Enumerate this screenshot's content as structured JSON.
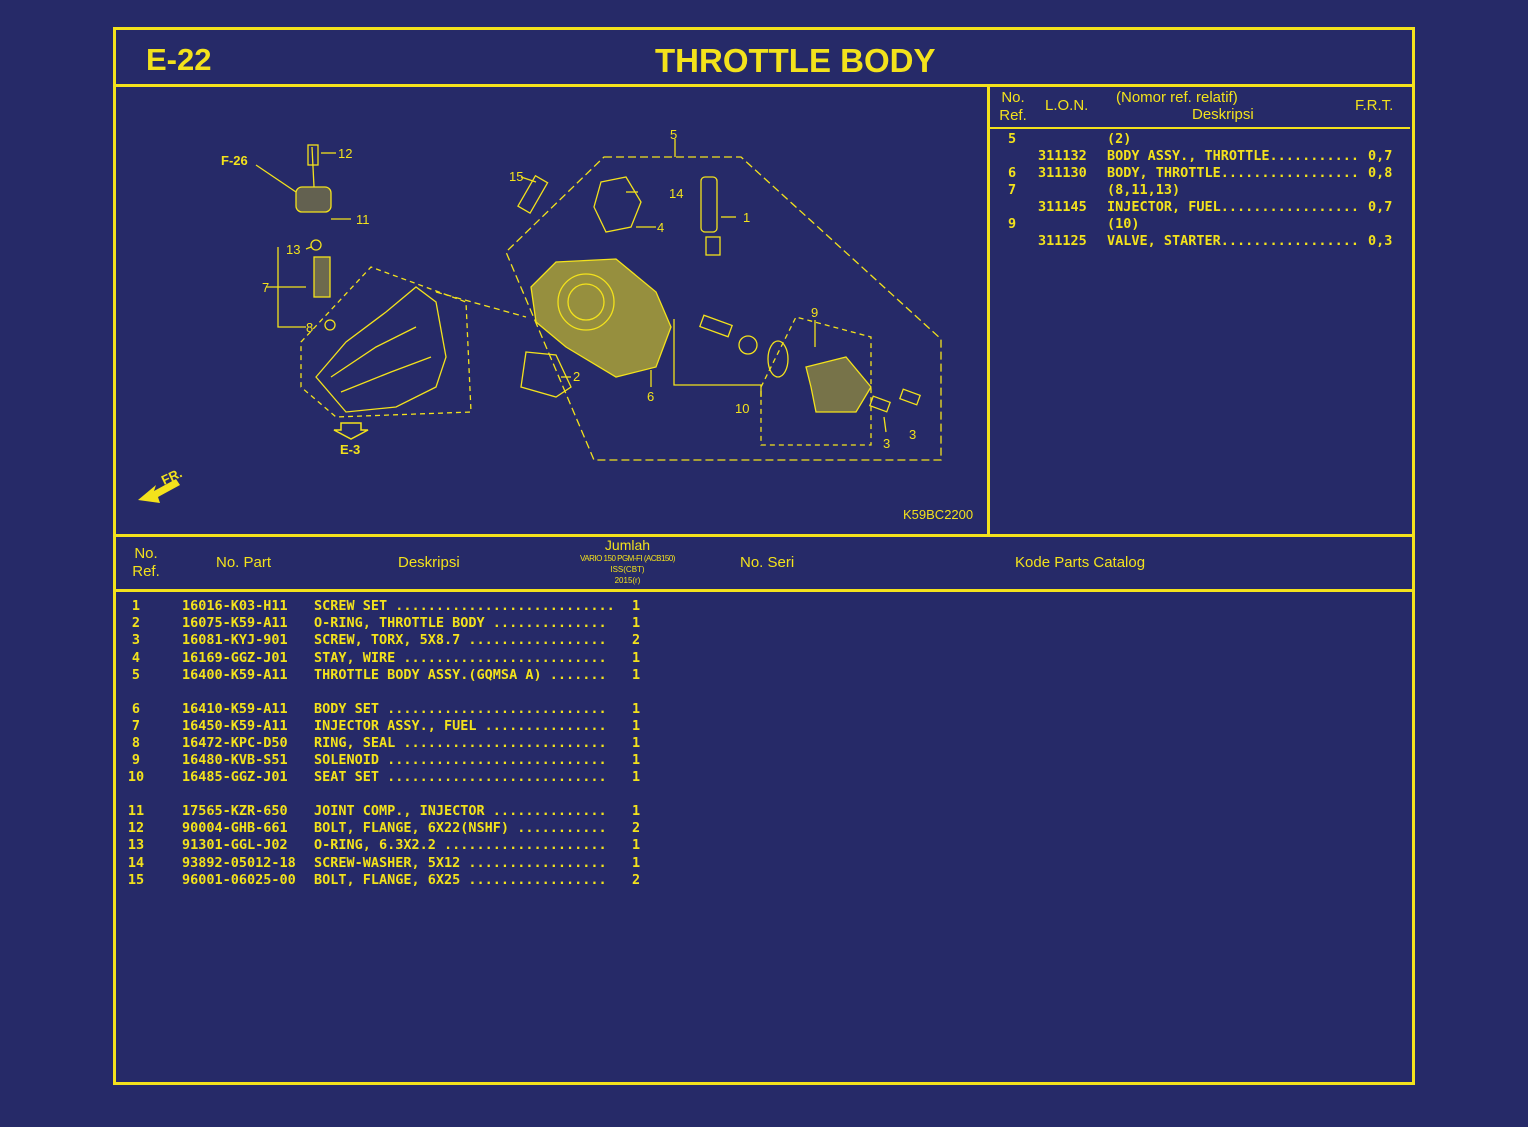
{
  "page": {
    "code": "E-22",
    "title": "THROTTLE BODY"
  },
  "colors": {
    "background": "#262a68",
    "foreground": "#f3e21c"
  },
  "diagram": {
    "callouts": [
      "5",
      "12",
      "F-26",
      "15",
      "14",
      "4",
      "1",
      "11",
      "13",
      "7",
      "8",
      "2",
      "6",
      "9",
      "10",
      "3",
      "3",
      "E-3",
      "FR."
    ],
    "drawing_code": "K59BC2200"
  },
  "frt_table": {
    "headers": {
      "no_ref": "No.\nRef.",
      "lon": "L.O.N.",
      "desc_top": "(Nomor ref. relatif)",
      "desc": "Deskripsi",
      "frt": "F.R.T."
    },
    "rows": [
      {
        "ref": "5",
        "lon": "",
        "desc": "(2)",
        "frt": ""
      },
      {
        "ref": "",
        "lon": "311132",
        "desc": "BODY ASSY., THROTTLE...........",
        "frt": "0,7"
      },
      {
        "ref": "6",
        "lon": "311130",
        "desc": "BODY, THROTTLE.................",
        "frt": "0,8"
      },
      {
        "ref": "7",
        "lon": "",
        "desc": "(8,11,13)",
        "frt": ""
      },
      {
        "ref": "",
        "lon": "311145",
        "desc": "INJECTOR, FUEL.................",
        "frt": "0,7"
      },
      {
        "ref": "9",
        "lon": "",
        "desc": "(10)",
        "frt": ""
      },
      {
        "ref": "",
        "lon": "311125",
        "desc": "VALVE, STARTER.................",
        "frt": "0,3"
      }
    ]
  },
  "parts_table": {
    "headers": {
      "no_ref": "No.\nRef.",
      "no_part": "No. Part",
      "desc": "Deskripsi",
      "qty_title": "Jumlah",
      "qty_model": "VARIO 150 PGM-FI (ACB150)",
      "qty_variant": "ISS(CBT)",
      "qty_year": "2015(r)",
      "serial": "No. Seri",
      "catalog": "Kode Parts Catalog"
    },
    "rows": [
      {
        "ref": "1",
        "part": "16016-K03-H11",
        "desc": "SCREW SET ...........................",
        "qty": "1"
      },
      {
        "ref": "2",
        "part": "16075-K59-A11",
        "desc": "O-RING, THROTTLE BODY ..............",
        "qty": "1"
      },
      {
        "ref": "3",
        "part": "16081-KYJ-901",
        "desc": "SCREW, TORX, 5X8.7 .................",
        "qty": "2"
      },
      {
        "ref": "4",
        "part": "16169-GGZ-J01",
        "desc": "STAY, WIRE .........................",
        "qty": "1"
      },
      {
        "ref": "5",
        "part": "16400-K59-A11",
        "desc": "THROTTLE BODY ASSY.(GQMSA A) .......",
        "qty": "1"
      },
      {
        "ref": "6",
        "part": "16410-K59-A11",
        "desc": "BODY SET ...........................",
        "qty": "1"
      },
      {
        "ref": "7",
        "part": "16450-K59-A11",
        "desc": "INJECTOR ASSY., FUEL ...............",
        "qty": "1"
      },
      {
        "ref": "8",
        "part": "16472-KPC-D50",
        "desc": "RING, SEAL .........................",
        "qty": "1"
      },
      {
        "ref": "9",
        "part": "16480-KVB-S51",
        "desc": "SOLENOID ...........................",
        "qty": "1"
      },
      {
        "ref": "10",
        "part": "16485-GGZ-J01",
        "desc": "SEAT SET ...........................",
        "qty": "1"
      },
      {
        "ref": "11",
        "part": "17565-KZR-650",
        "desc": "JOINT COMP., INJECTOR ..............",
        "qty": "1"
      },
      {
        "ref": "12",
        "part": "90004-GHB-661",
        "desc": "BOLT, FLANGE, 6X22(NSHF) ...........",
        "qty": "2"
      },
      {
        "ref": "13",
        "part": "91301-GGL-J02",
        "desc": "O-RING, 6.3X2.2 ....................",
        "qty": "1"
      },
      {
        "ref": "14",
        "part": "93892-05012-18",
        "desc": "SCREW-WASHER, 5X12 .................",
        "qty": "1"
      },
      {
        "ref": "15",
        "part": "96001-06025-00",
        "desc": "BOLT, FLANGE, 6X25 .................",
        "qty": "2"
      }
    ]
  }
}
